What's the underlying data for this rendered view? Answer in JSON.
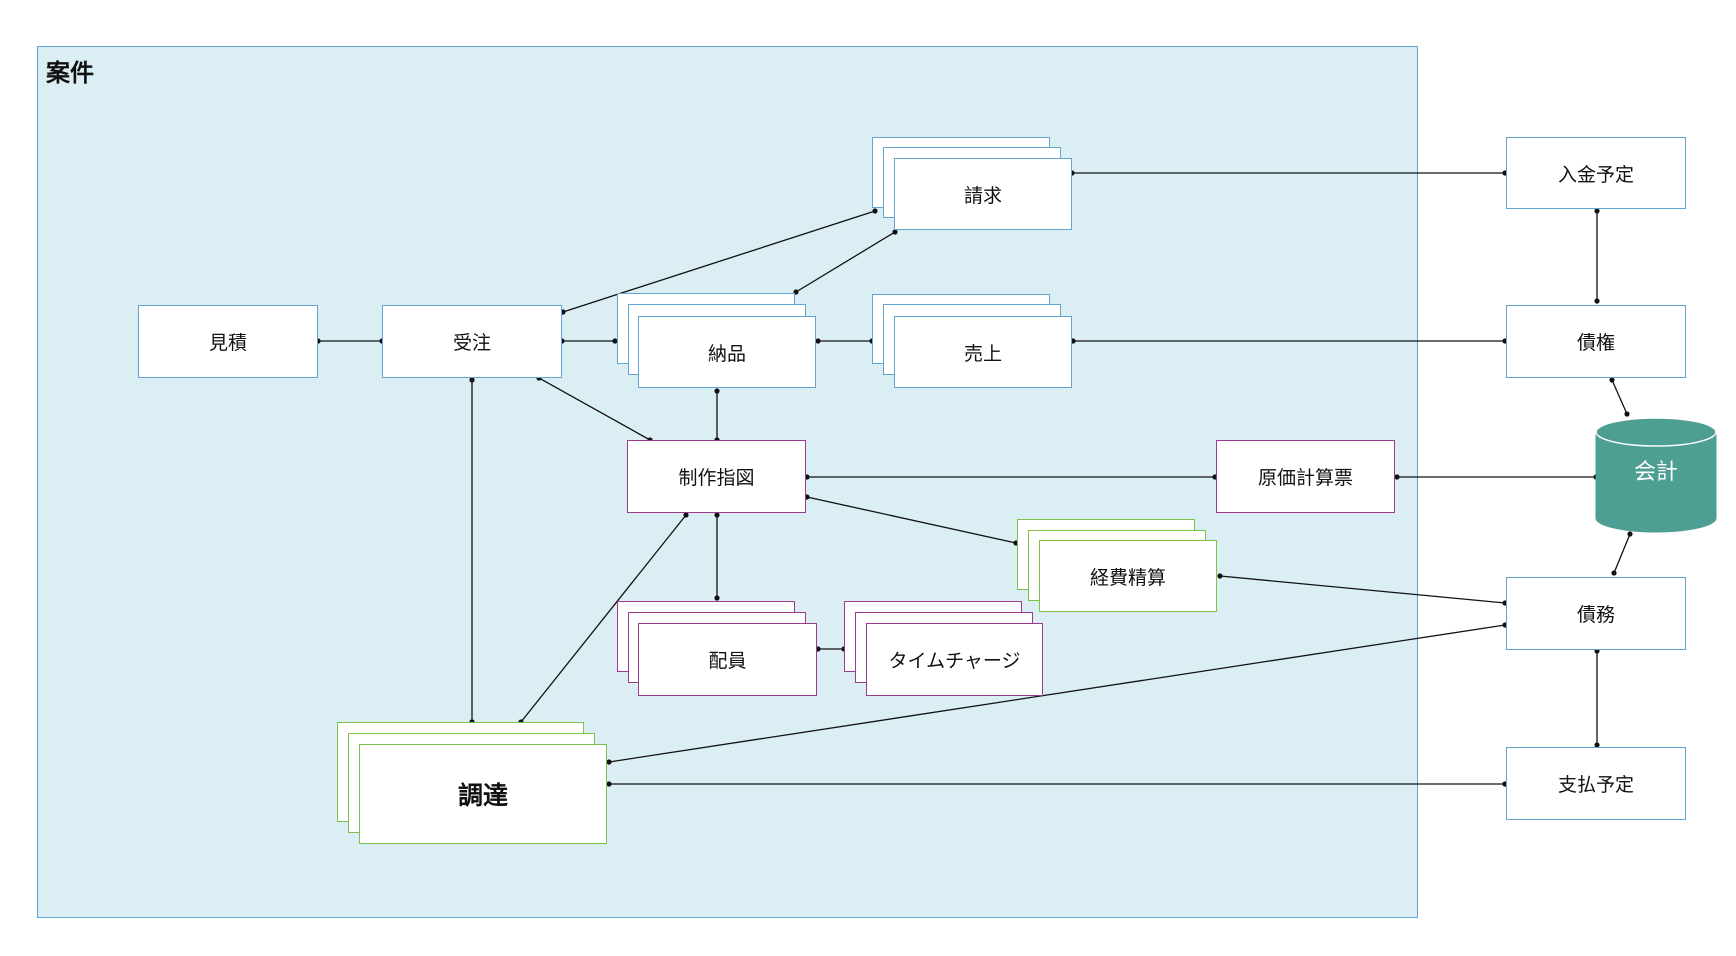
{
  "group": {
    "title": "案件"
  },
  "nodes": {
    "mitsumori": "見積",
    "juchu": "受注",
    "seikyu": "請求",
    "nohin": "納品",
    "uriage": "売上",
    "seisaku": "制作指図",
    "genka": "原価計算票",
    "keihi": "経費精算",
    "haiin": "配員",
    "timecharge": "タイムチャージ",
    "chotatsu": "調達",
    "nyukin": "入金予定",
    "saiken": "債権",
    "kaikei": "会計",
    "saimu": "債務",
    "shiharai": "支払予定"
  },
  "colors": {
    "group_fill": "#dbeef4",
    "blue": "#62a5d3",
    "purple": "#9b3a8e",
    "green": "#7dc24b",
    "db": "#4d9e93"
  }
}
